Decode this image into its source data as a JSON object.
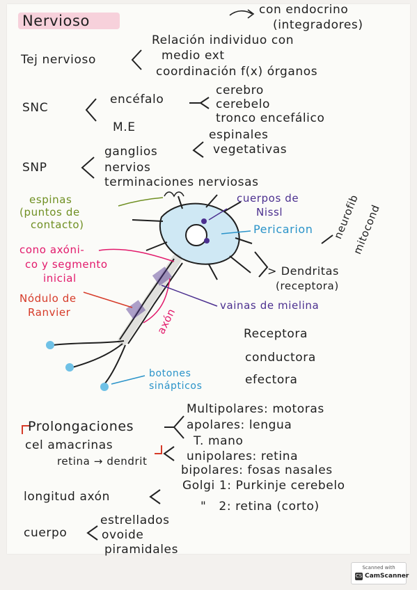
{
  "title": "Nervioso",
  "endocrino": [
    "con endocrino",
    "(integradores)"
  ],
  "tejido": {
    "label": "Tej nervioso",
    "items": [
      "Relación individuo con",
      "medio ext",
      "coordinación f(x) órganos"
    ]
  },
  "snc": {
    "label": "SNC",
    "encefalo": "encéfalo",
    "encefalo_parts": [
      "cerebro",
      "cerebelo",
      "tronco encefálico"
    ],
    "me": "M.E"
  },
  "snp": {
    "label": "SNP",
    "items": [
      "ganglios",
      "nervios",
      "terminaciones nerviosas"
    ],
    "ganglios_types": [
      "espinales",
      "vegetativas"
    ]
  },
  "neuron_labels": {
    "espinas": [
      "espinas",
      "(puntos de",
      "contacto)"
    ],
    "cono": [
      "cono axóni-",
      "co y segmento",
      "inicial"
    ],
    "nodulo": [
      "Nódulo de",
      "Ranvier"
    ],
    "axon": "axón",
    "cuerpos_nissl": [
      "cuerpos de",
      "Nissl"
    ],
    "pericarion": "Pericarion",
    "neurofib": [
      "neurofib",
      "mitocond"
    ],
    "dendritas": [
      "> Dendritas",
      "(receptora)"
    ],
    "vainas": "vainas de mielina",
    "botones": [
      "botones",
      "sinápticos"
    ]
  },
  "funciones": [
    "Receptora",
    "conductora",
    "efectora"
  ],
  "prolongaciones": {
    "label": "Prolongaciones",
    "extra": [
      "cel amacrinas",
      "retina → dendrit"
    ],
    "items": [
      "Multipolares: motoras",
      "apolares: lengua",
      "T. mano",
      "unipolares: retina",
      "bipolares: fosas nasales"
    ]
  },
  "longitud": {
    "label": "longitud axón",
    "items": [
      "Golgi 1: Purkinje cerebelo",
      "\"   2: retina (corto)"
    ]
  },
  "cuerpo": {
    "label": "cuerpo",
    "items": [
      "estrellados",
      "ovoide",
      "piramidales"
    ]
  },
  "scanner": {
    "scanned_with": "Scanned with",
    "name": "CamScanner",
    "logo": "CS"
  },
  "colors": {
    "pink": "#e2196b",
    "green": "#6f8f22",
    "purple": "#4b2f8f",
    "blue": "#2a93c9",
    "red": "#d63a28",
    "highlight": "#f6c9d6"
  }
}
